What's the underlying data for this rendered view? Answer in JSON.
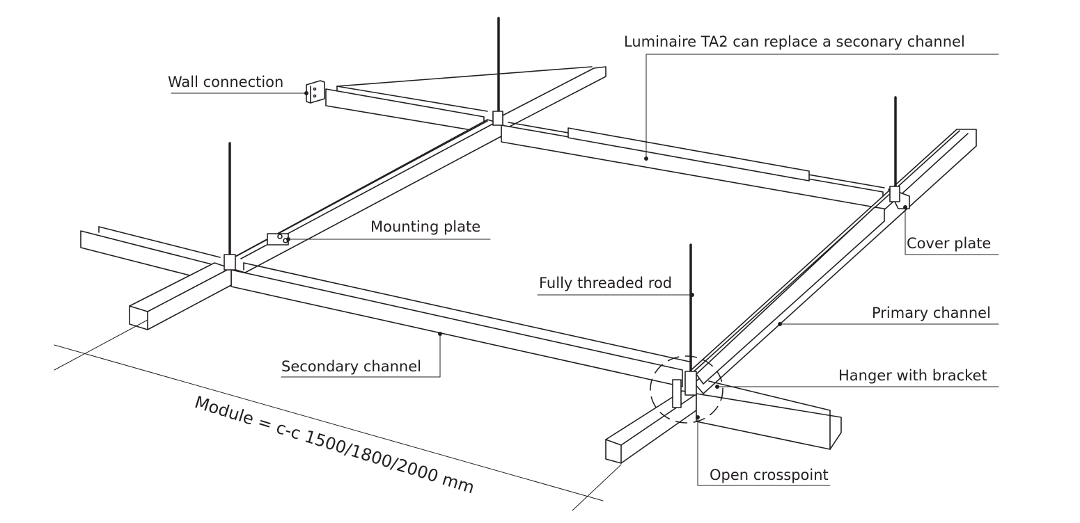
{
  "labels": {
    "luminaire": "Luminaire TA2 can replace a seconary channel",
    "wall_connection": "Wall connection",
    "mounting_plate": "Mounting plate",
    "cover_plate": "Cover plate",
    "fully_threaded_rod": "Fully threaded rod",
    "primary_channel": "Primary channel",
    "secondary_channel": "Secondary channel",
    "hanger_with_bracket": "Hanger with bracket",
    "open_crosspoint": "Open crosspoint",
    "module": "Module = c-c 1500/1800/2000 mm"
  },
  "colors": {
    "ink": "#231f20",
    "background": "#ffffff"
  }
}
